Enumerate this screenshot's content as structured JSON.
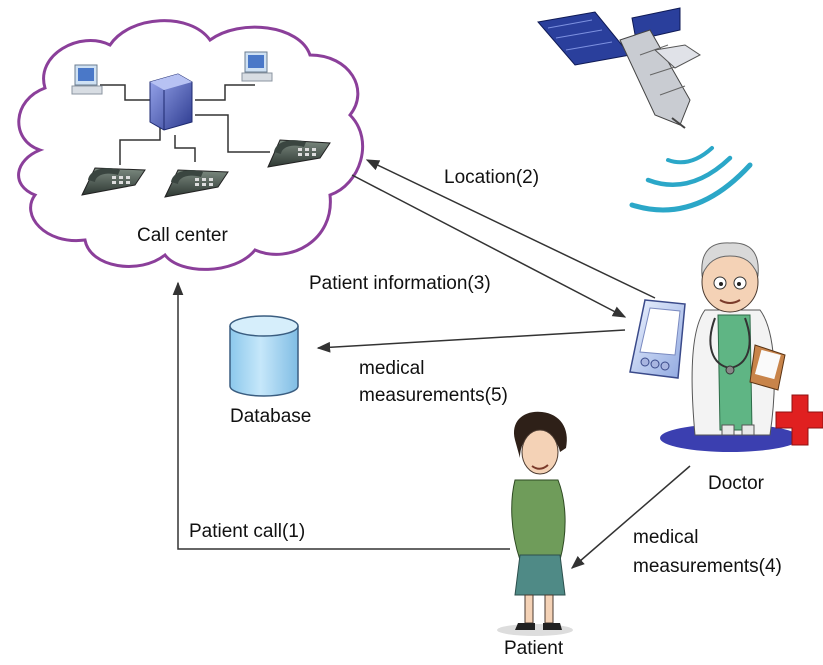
{
  "labels": {
    "call_center": "Call center",
    "location": "Location(2)",
    "patient_information": "Patient information(3)",
    "medical_measurements_5_line1": "medical",
    "medical_measurements_5_line2": "measurements(5)",
    "database": "Database",
    "doctor": "Doctor",
    "patient_call": "Patient call(1)",
    "medical_measurements_4_line1": "medical",
    "medical_measurements_4_line2": "measurements(4)",
    "patient": "Patient"
  },
  "icons": {
    "cloud": "call-center-cloud",
    "server": "server-icon",
    "computers": "computer-icon",
    "phones": "telephone-icon",
    "satellite": "satellite-icon",
    "signal": "signal-waves-icon",
    "database": "database-cylinder-icon",
    "tablet": "pda-icon",
    "doctor": "doctor-figure",
    "patient": "patient-figure",
    "red_cross": "red-cross-icon"
  },
  "colors": {
    "cloud_outline": "#8b3f9a",
    "database_fill": "#a9d7f2",
    "database_stroke": "#3a5d80",
    "satellite_panel": "#2a3f9c",
    "signal": "#2ba7c8",
    "doctor_scrubs": "#5fb584",
    "doctor_base": "#3b3fb0",
    "red_cross": "#e02020",
    "arrow": "#333333"
  }
}
